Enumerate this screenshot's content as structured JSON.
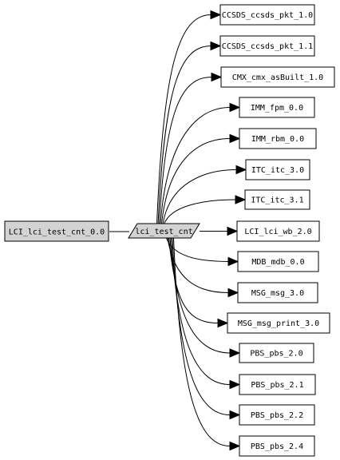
{
  "source_node": {
    "label": "LCI_lci_test_cnt_0.0"
  },
  "center_node": {
    "label": "lci_test_cnt"
  },
  "targets": [
    {
      "label": "CCSDS_ccsds_pkt_1.0"
    },
    {
      "label": "CCSDS_ccsds_pkt_1.1"
    },
    {
      "label": "CMX_cmx_asBuilt_1.0"
    },
    {
      "label": "IMM_fpm_0.0"
    },
    {
      "label": "IMM_rbm_0.0"
    },
    {
      "label": "ITC_itc_3.0"
    },
    {
      "label": "ITC_itc_3.1"
    },
    {
      "label": "LCI_lci_wb_2.0"
    },
    {
      "label": "MDB_mdb_0.0"
    },
    {
      "label": "MSG_msg_3.0"
    },
    {
      "label": "MSG_msg_print_3.0"
    },
    {
      "label": "PBS_pbs_2.0"
    },
    {
      "label": "PBS_pbs_2.1"
    },
    {
      "label": "PBS_pbs_2.2"
    },
    {
      "label": "PBS_pbs_2.4"
    }
  ],
  "colors": {
    "source_fill": "#d3d3d3",
    "center_fill": "#d3d3d3",
    "target_fill": "#ffffff",
    "line": "#000000"
  }
}
